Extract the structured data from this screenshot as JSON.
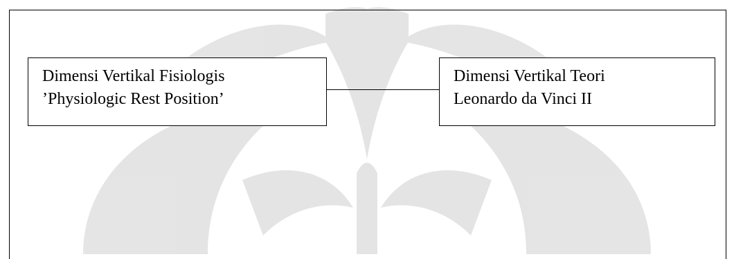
{
  "diagram": {
    "nodes": [
      {
        "id": "left",
        "line1": "Dimensi Vertikal Fisiologis",
        "line2": "’Physiologic Rest Position’"
      },
      {
        "id": "right",
        "line1": "Dimensi Vertikal Teori",
        "line2": "Leonardo da Vinci II"
      }
    ]
  },
  "watermark": {
    "icon": "university-emblem-watermark",
    "color": "#c9c9c9"
  }
}
